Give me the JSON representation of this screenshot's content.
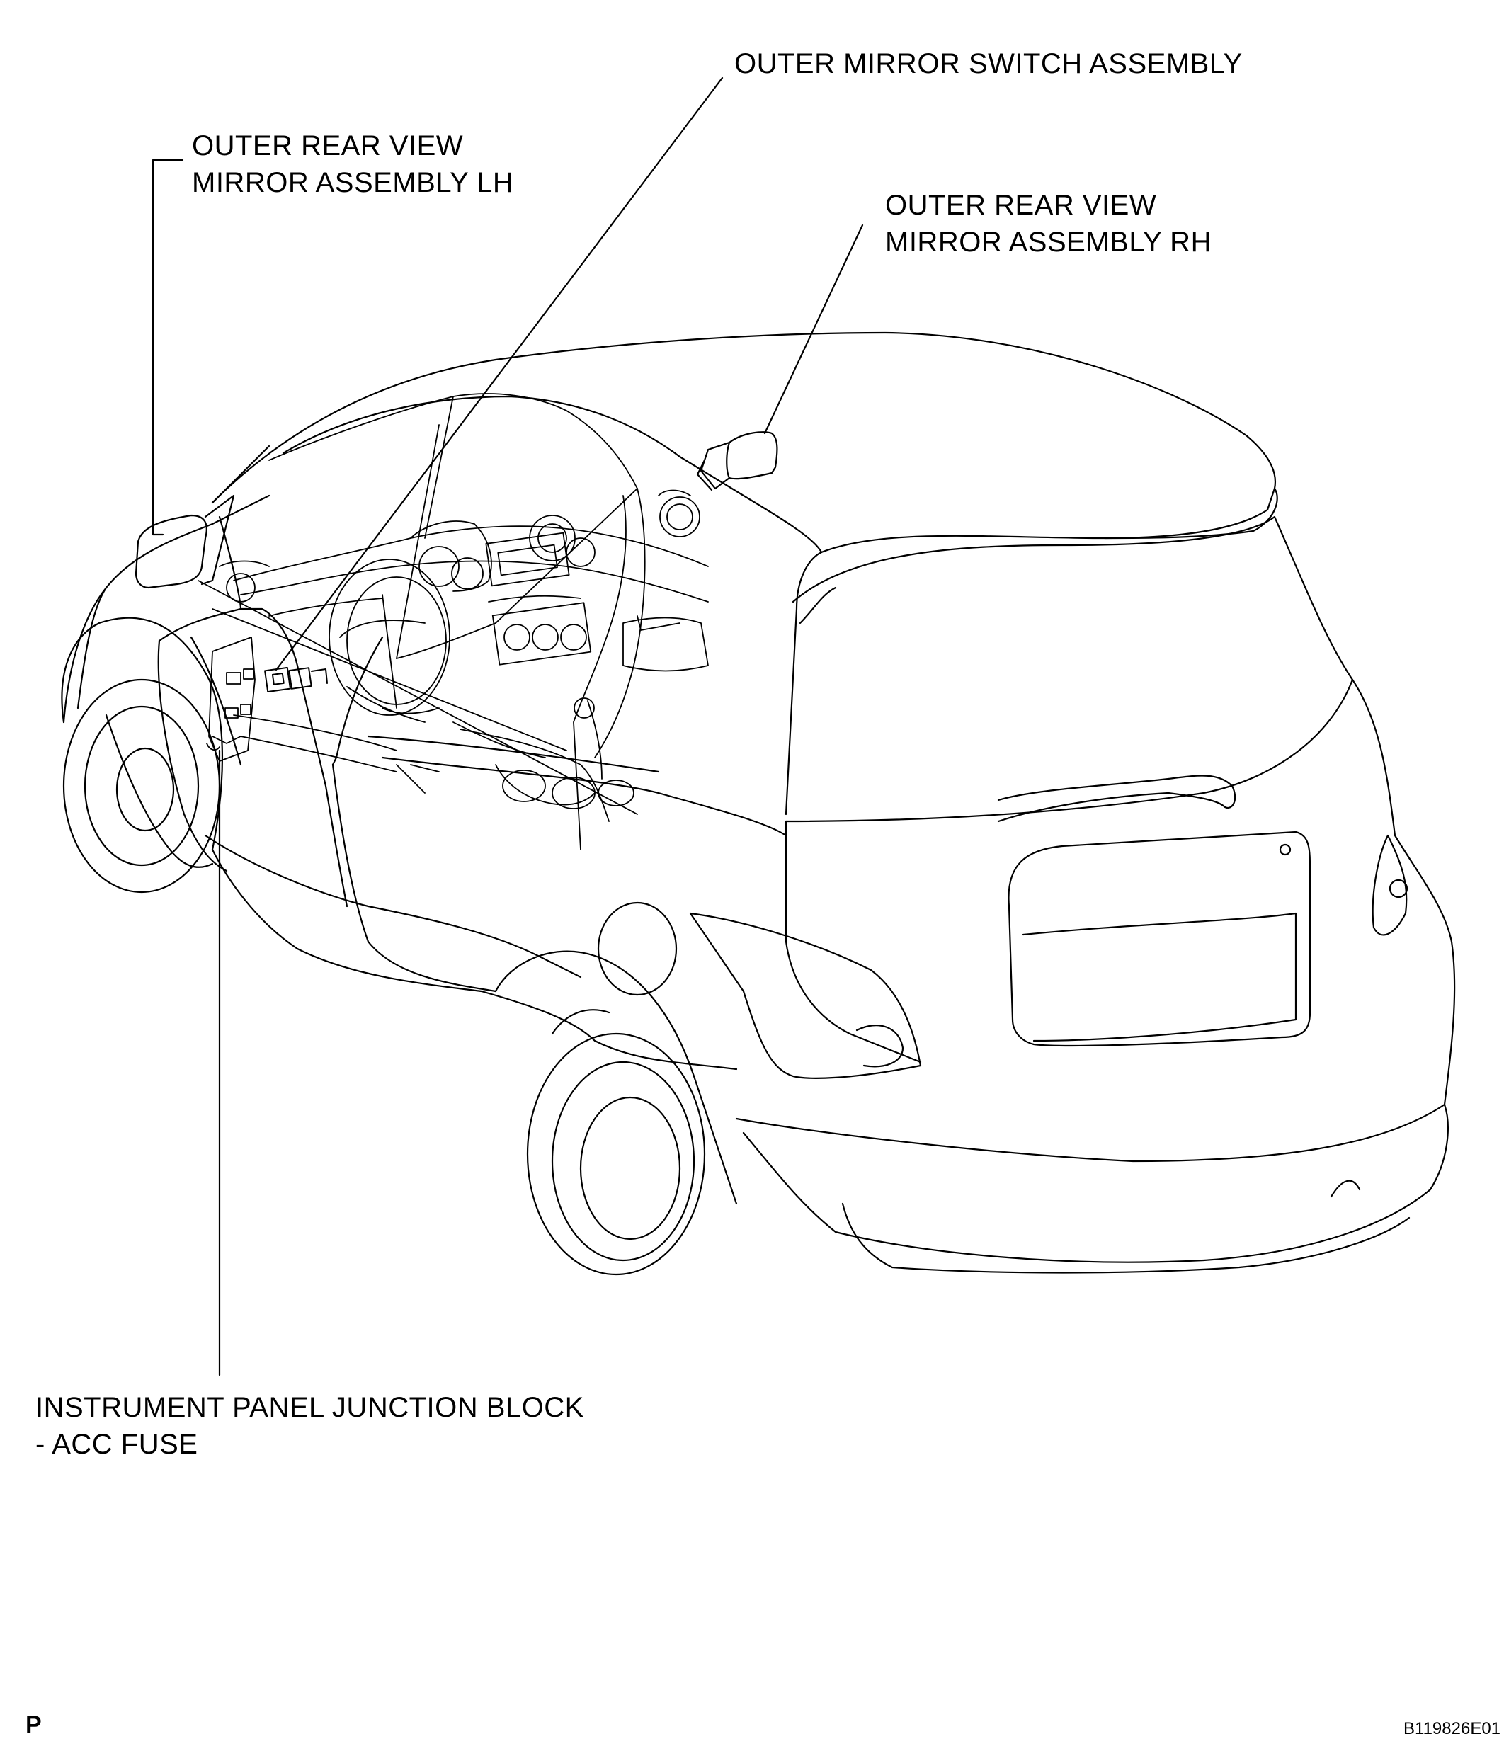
{
  "labels": {
    "outer_mirror_switch": "OUTER MIRROR SWITCH ASSEMBLY",
    "mirror_lh_line1": "OUTER REAR VIEW",
    "mirror_lh_line2": "MIRROR ASSEMBLY LH",
    "mirror_rh_line1": "OUTER REAR VIEW",
    "mirror_rh_line2": "MIRROR ASSEMBLY RH",
    "junction_block_line1": "INSTRUMENT PANEL JUNCTION BLOCK",
    "junction_block_line2": "- ACC FUSE"
  },
  "footer": {
    "page_marker": "P",
    "figure_code": "B119826E01"
  }
}
